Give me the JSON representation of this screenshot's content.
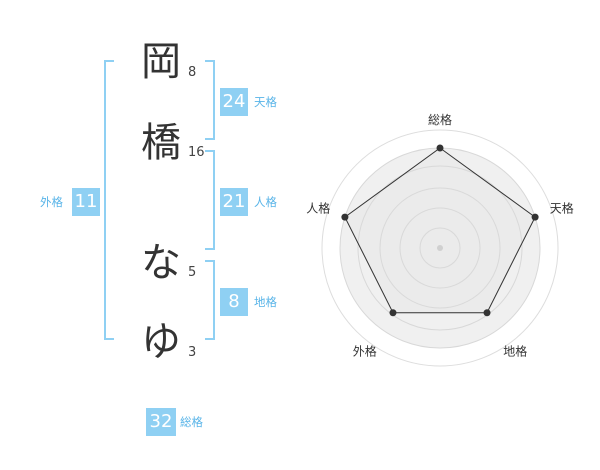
{
  "name_chars": [
    {
      "char": "岡",
      "strokes": "8"
    },
    {
      "char": "橋",
      "strokes": "16"
    },
    {
      "char": "な",
      "strokes": "5"
    },
    {
      "char": "ゆ",
      "strokes": "3"
    }
  ],
  "fortunes": {
    "tenkaku": {
      "value": "24",
      "label": "天格"
    },
    "jinkaku": {
      "value": "21",
      "label": "人格"
    },
    "chikaku": {
      "value": "8",
      "label": "地格"
    },
    "gaikaku": {
      "value": "11",
      "label": "外格"
    },
    "soukaku": {
      "value": "32",
      "label": "総格"
    }
  },
  "colors": {
    "accent": "#8fd0f3",
    "accent_text": "#58b4e8",
    "radar_fill": "#f0f0f0"
  },
  "chart_data": {
    "type": "radar",
    "axes": [
      "総格",
      "天格",
      "地格",
      "外格",
      "人格"
    ],
    "values": [
      5,
      5,
      4,
      4,
      5
    ],
    "rmax": 5,
    "rings": 5,
    "grid": true
  }
}
